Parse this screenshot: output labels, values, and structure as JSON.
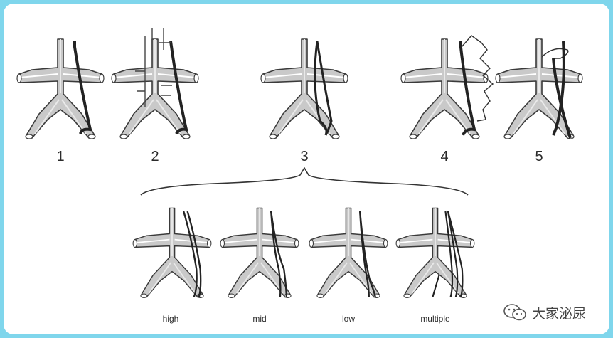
{
  "variant_numbers": [
    "1",
    "2",
    "3",
    "4",
    "5"
  ],
  "sub_variant_labels": [
    "high",
    "mid",
    "low",
    "multiple"
  ],
  "watermark": {
    "text": "大家泌尿",
    "icon": "wechat-icon"
  },
  "colors": {
    "background": "#7fd6ec",
    "panel": "#ffffff",
    "line": "#3a3a3a"
  }
}
